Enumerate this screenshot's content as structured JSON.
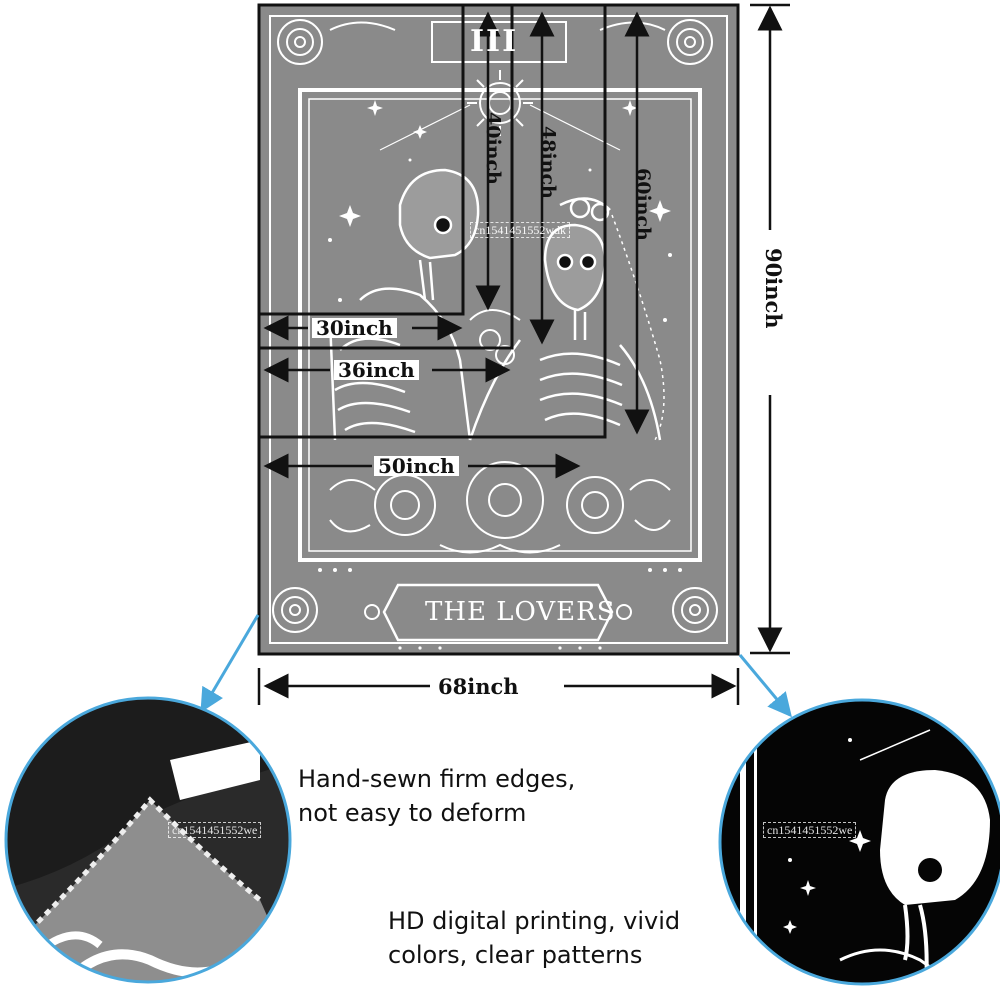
{
  "card": {
    "numeral": "III",
    "title": "THE LOVERS"
  },
  "dimensions": {
    "width_68": "68inch",
    "height_90": "90inch",
    "w30": "30inch",
    "w36": "36inch",
    "w50": "50inch",
    "h40": "40inch",
    "h48": "48inch",
    "h60": "60inch"
  },
  "features": {
    "edge_line1": "Hand-sewn firm edges,",
    "edge_line2": "not easy to deform",
    "print_line1": "HD digital printing, vivid",
    "print_line2": "colors, clear patterns"
  },
  "watermark": "cn1541451552wdk",
  "watermark_partial": "cn1541451552we",
  "colors": {
    "tapestry_gray": "#8a8a8a",
    "line_art": "#ffffff",
    "callout_arrow": "#4aa8dc",
    "frame_stroke": "#111111"
  }
}
